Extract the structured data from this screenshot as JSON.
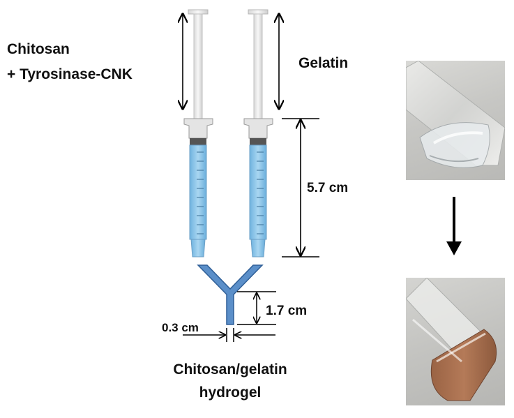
{
  "labels": {
    "left_reagent_line1": "Chitosan",
    "left_reagent_line2": "+ Tyrosinase-CNK",
    "right_reagent": "Gelatin",
    "barrel_length": "5.7 cm",
    "channel_length": "1.7 cm",
    "channel_width": "0.3 cm",
    "product_line1": "Chitosan/gelatin",
    "product_line2": "hydrogel"
  },
  "colors": {
    "liquid": "#8ec7ea",
    "channel": "#5b8fc9",
    "channel_stroke": "#2f5f97",
    "gel": "#a8704f"
  }
}
